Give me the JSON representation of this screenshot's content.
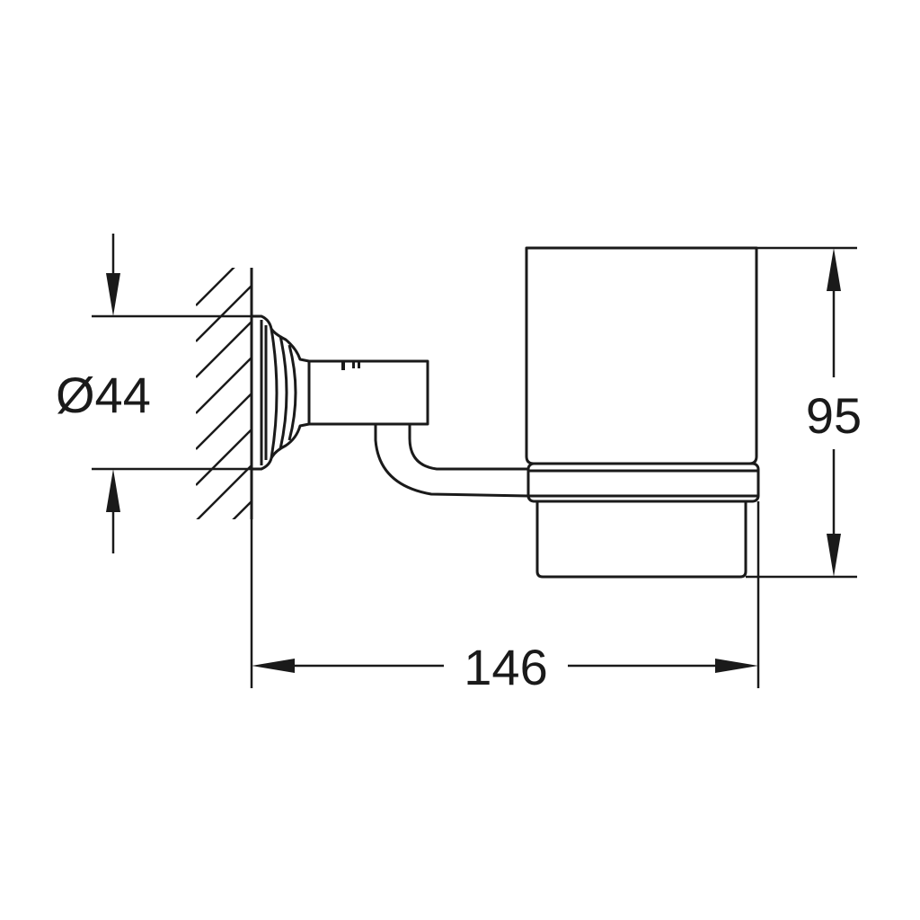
{
  "dimensions": {
    "diameter_label": "Ø44",
    "height_label": "95",
    "width_label": "146"
  },
  "colors": {
    "line": "#1a1a1a",
    "background": "#ffffff"
  }
}
